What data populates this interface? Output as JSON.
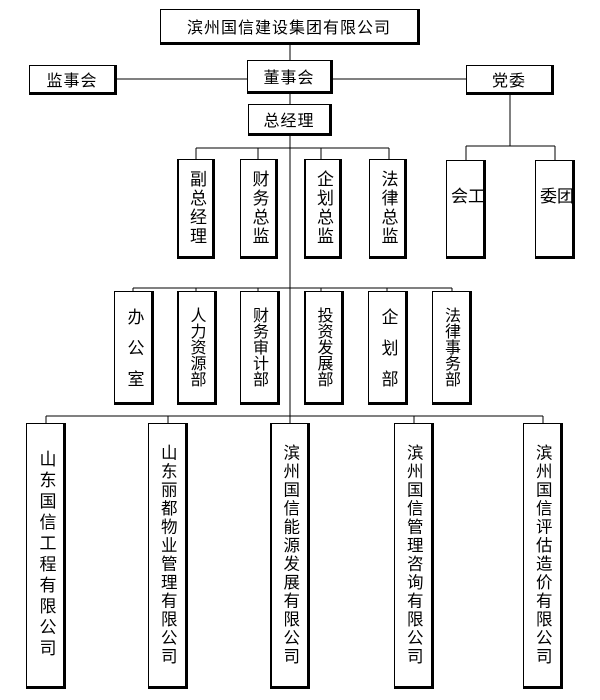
{
  "group": "滨州国信建设集团有限公司",
  "supervisory_board": "监事会",
  "board": "董事会",
  "party_committee": "党委",
  "general_manager": "总经理",
  "union": "工会",
  "youth_league": "团委",
  "executives": [
    "副总经理",
    "财务总监",
    "企划总监",
    "法律总监"
  ],
  "departments": [
    "办公室",
    "人力资源部",
    "财务审计部",
    "投资发展部",
    "企划部",
    "法律事务部"
  ],
  "subsidiaries": [
    "山东国信工程有限公司",
    "山东丽都物业管理有限公司",
    "滨州国信能源发展有限公司",
    "滨州国信管理咨询有限公司",
    "滨州国信评估造价有限公司"
  ]
}
